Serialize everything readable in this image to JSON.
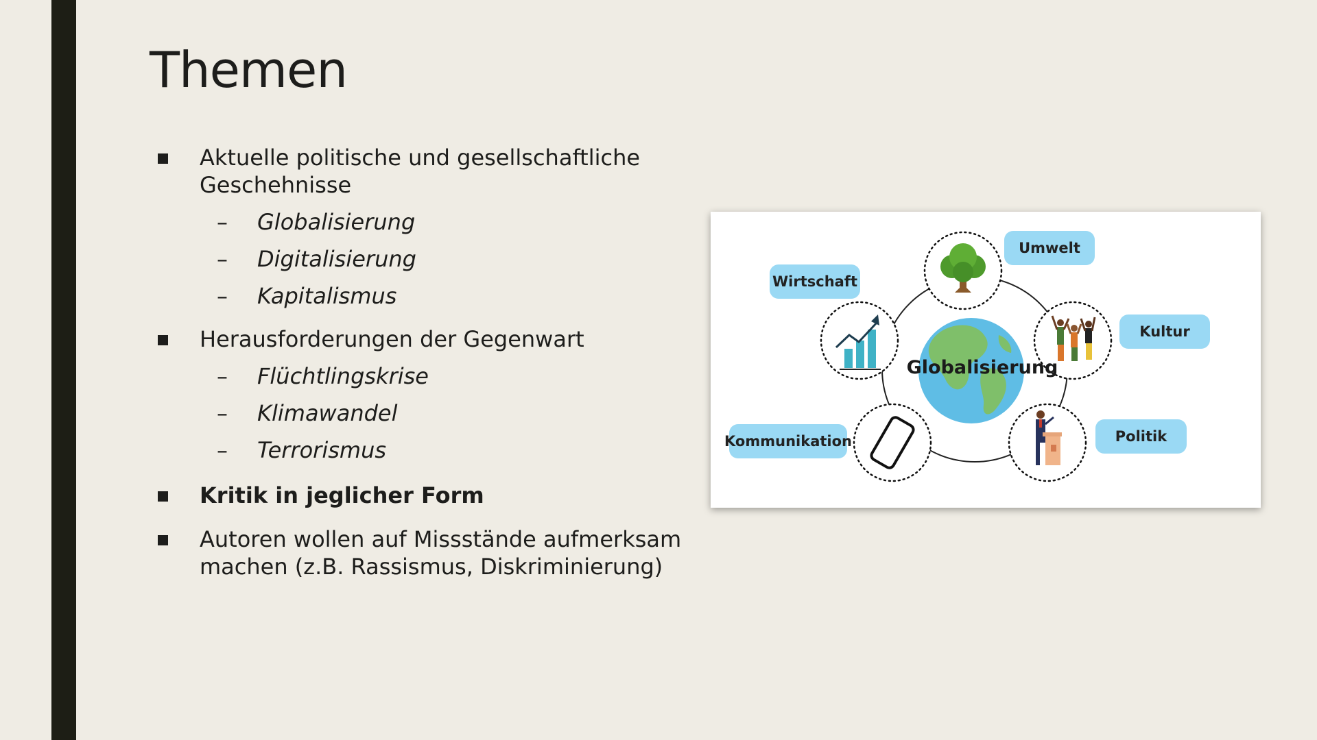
{
  "slide": {
    "title": "Themen",
    "items": [
      {
        "text": "Aktuelle politische und gesellschaftliche Geschehnisse",
        "subitems": [
          "Globalisierung",
          "Digitalisierung",
          "Kapitalismus"
        ]
      },
      {
        "text": "Herausforderungen der Gegenwart",
        "subitems": [
          "Flüchtlingskrise",
          "Klimawandel",
          "Terrorismus"
        ]
      },
      {
        "text": "Kritik in jeglicher Form"
      },
      {
        "text": "Autoren wollen auf Missstände aufmerksam machen (z.B. Rassismus, Diskriminierung)"
      }
    ]
  },
  "diagram": {
    "center": "Globalisierung",
    "labels": [
      "Umwelt",
      "Wirtschaft",
      "Kultur",
      "Kommunikation",
      "Politik"
    ],
    "icons": [
      "tree-icon",
      "rising-chart-icon",
      "people-cheering-icon",
      "smartphone-icon",
      "speaker-podium-icon",
      "globe-icon"
    ],
    "colors": {
      "pill": "#9ad9f4",
      "globe_ocean": "#5fbde5",
      "globe_land": "#7fbf6a",
      "tree": "#4e9a2c"
    }
  },
  "colors": {
    "background": "#efece4",
    "accent_bar": "#1d1e15"
  }
}
